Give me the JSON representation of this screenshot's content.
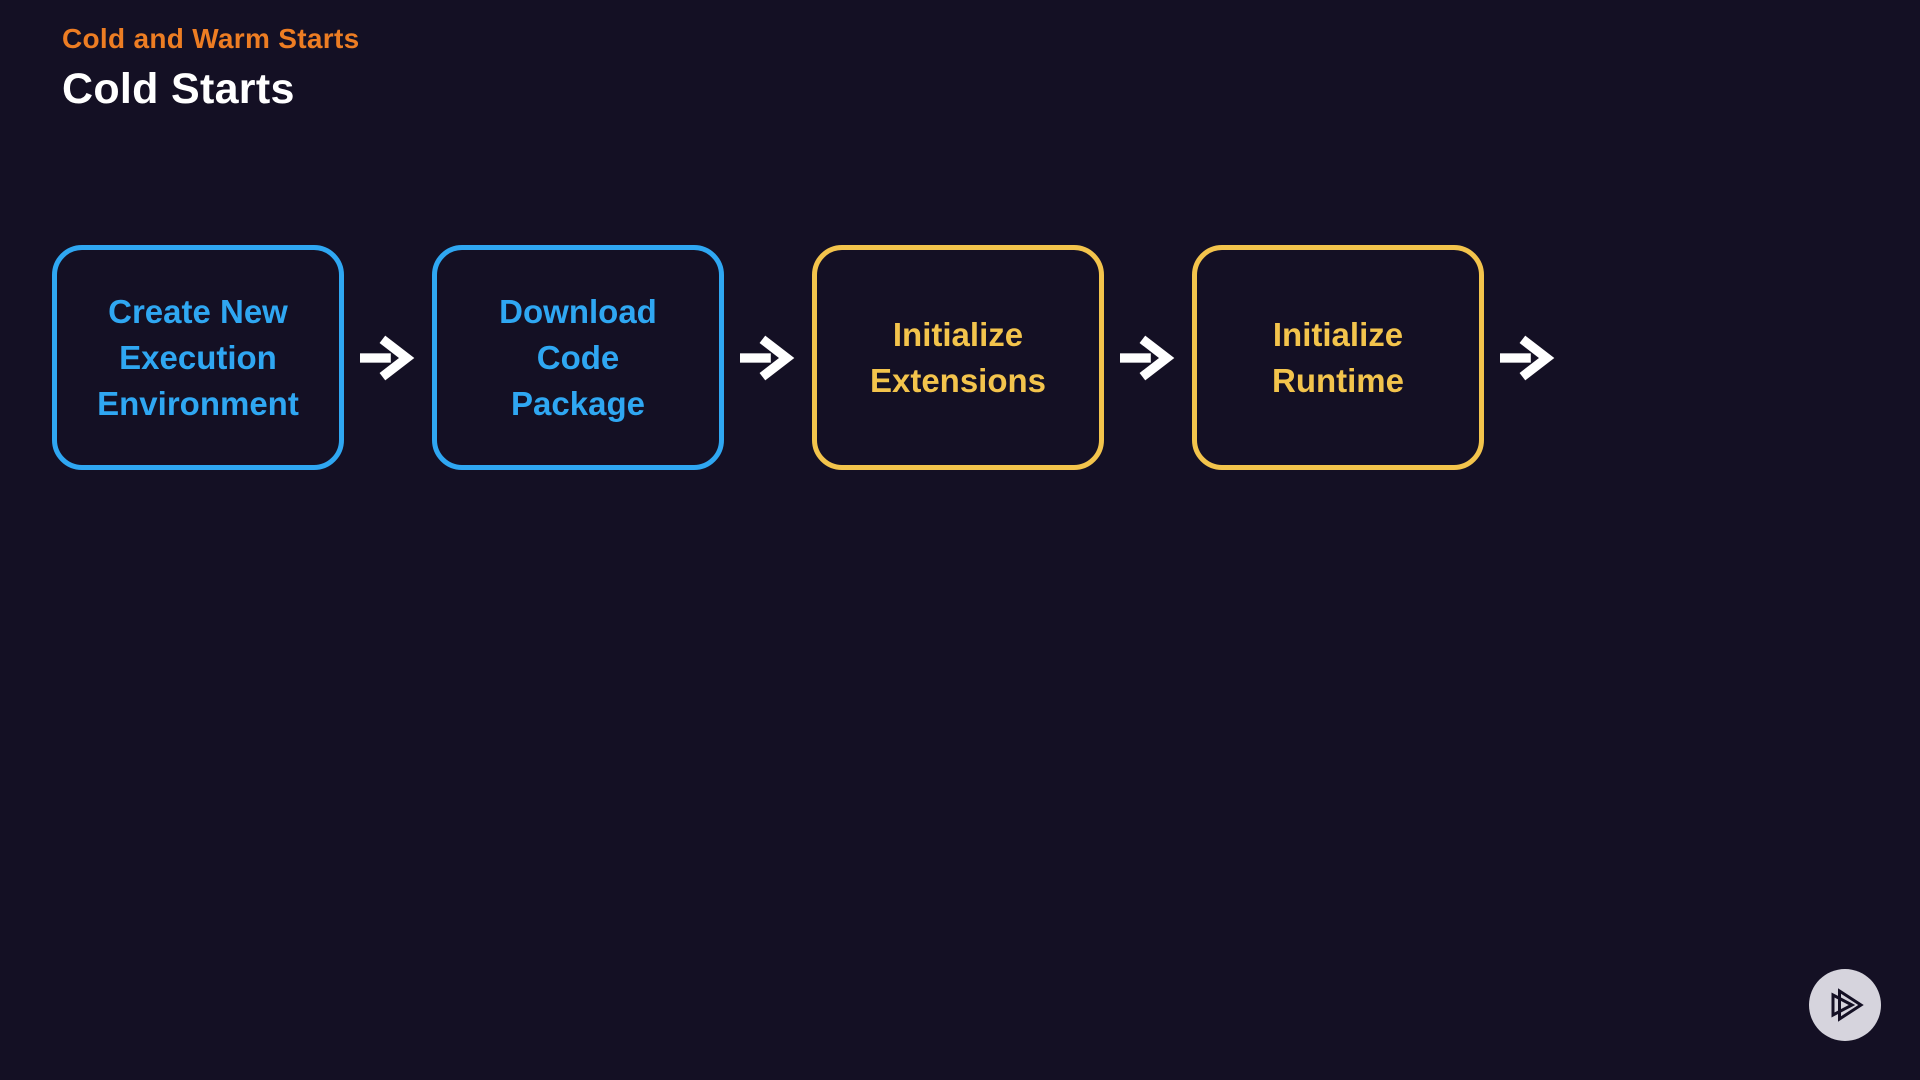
{
  "page": {
    "background_color": "#141024"
  },
  "header": {
    "kicker": "Cold and Warm Starts",
    "kicker_color": "#ED7D23",
    "title": "Cold Starts",
    "title_color": "#FFFFFF"
  },
  "flow": {
    "arrow_color": "#FFFFFF",
    "steps": [
      {
        "label": "Create New\nExecution\nEnvironment",
        "color": "#2FA7F2"
      },
      {
        "label": "Download\nCode\nPackage",
        "color": "#2FA7F2"
      },
      {
        "label": "Initialize\nExtensions",
        "color": "#F3C44C"
      },
      {
        "label": "Initialize\nRuntime",
        "color": "#F3C44C"
      }
    ]
  },
  "branding": {
    "logo_icon": "pluralsight-play-icon",
    "circle_color": "#D6D4DD",
    "glyph_color": "#141024"
  }
}
